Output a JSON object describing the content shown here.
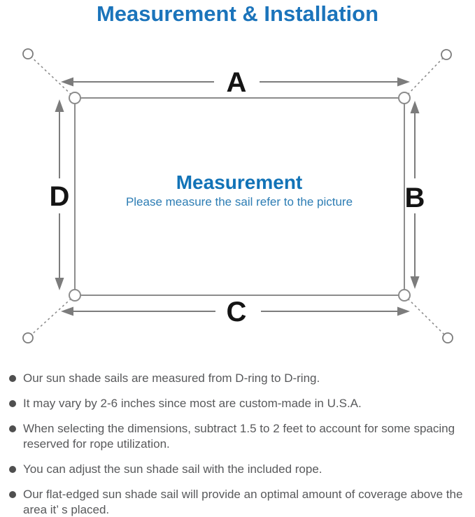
{
  "title": "Measurement & Installation",
  "colors": {
    "title-blue": "#1b74bb",
    "center-blue": "#1273b7",
    "subtitle-blue": "#2d7db4",
    "line-gray": "#7c7c7c",
    "edge-gray": "#8c8c8c",
    "label-black": "#141414",
    "text-gray": "#58595b",
    "dot-gray": "#4f4f4f",
    "bg": "#ffffff"
  },
  "diagram": {
    "center_heading": "Measurement",
    "center_subtitle": "Please measure the sail refer to the picture",
    "labels": {
      "top": "A",
      "right": "B",
      "bottom": "C",
      "left": "D"
    }
  },
  "notes": [
    "Our sun shade sails are measured from D-ring to D-ring.",
    "It may vary by 2-6 inches since most are custom-made in U.S.A.",
    "When selecting the dimensions, subtract 1.5 to 2 feet to account for some spacing reserved for rope utilization.",
    "You can adjust the sun shade sail with the included rope.",
    "Our flat-edged sun shade sail will provide an optimal amount of coverage above the area it’ s placed."
  ]
}
